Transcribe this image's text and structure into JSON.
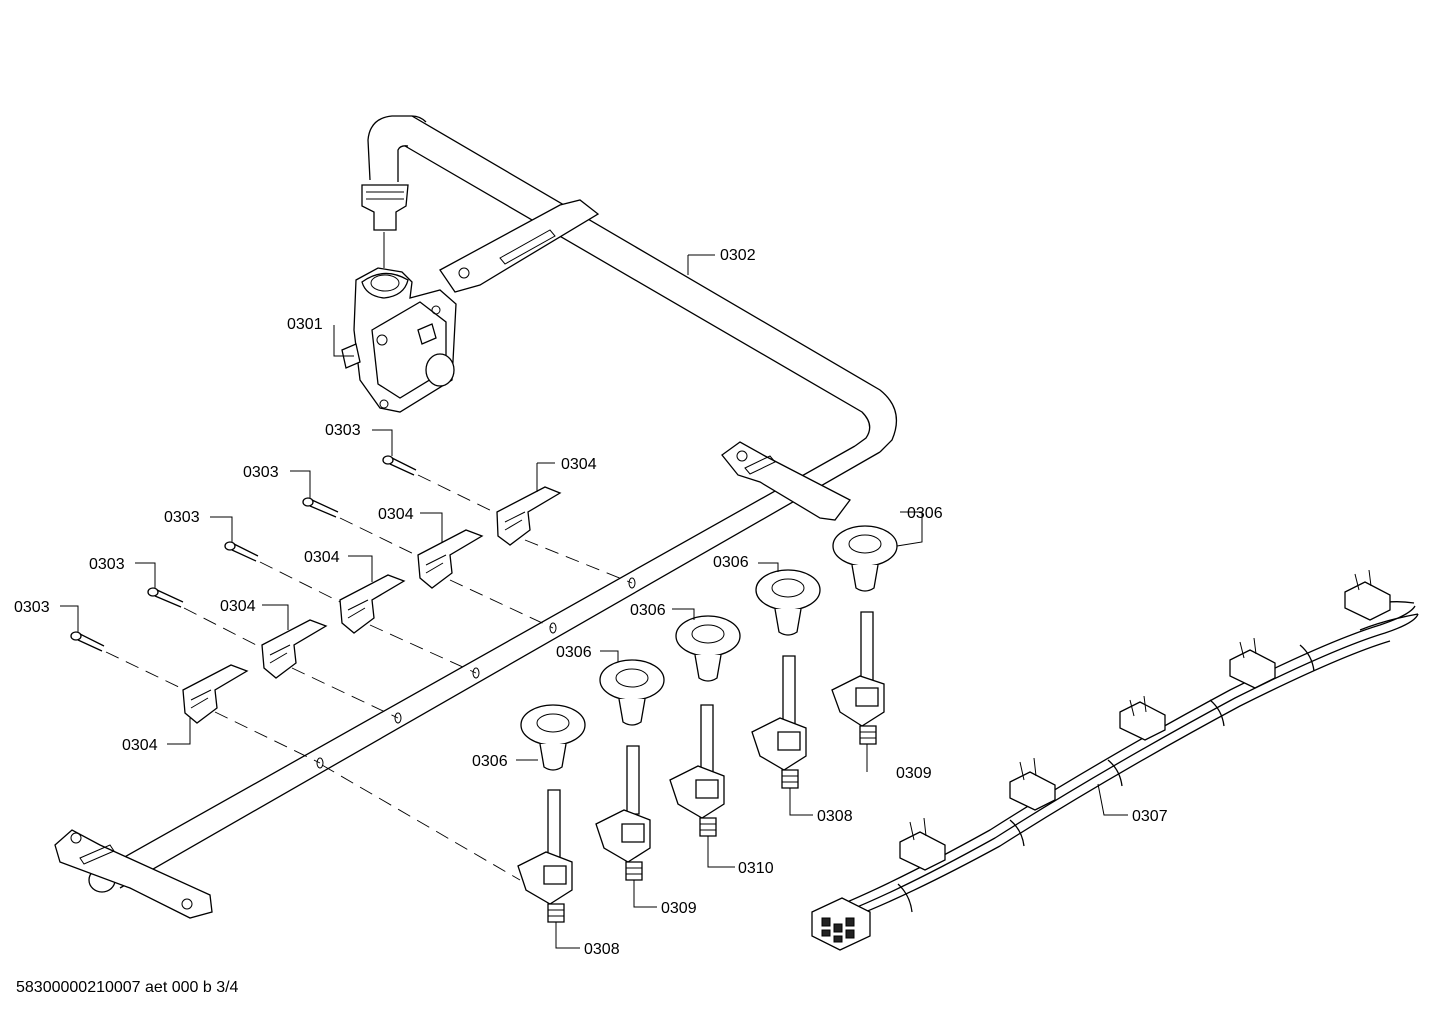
{
  "document_id": "58300000210007 aet 000 b 3/4",
  "callouts": {
    "c0301": "0301",
    "c0302": "0302",
    "c0303_a": "0303",
    "c0303_b": "0303",
    "c0303_c": "0303",
    "c0303_d": "0303",
    "c0303_e": "0303",
    "c0304_a": "0304",
    "c0304_b": "0304",
    "c0304_c": "0304",
    "c0304_d": "0304",
    "c0304_e": "0304",
    "c0306_a": "0306",
    "c0306_b": "0306",
    "c0306_c": "0306",
    "c0306_d": "0306",
    "c0306_e": "0306",
    "c0307": "0307",
    "c0308_a": "0308",
    "c0308_b": "0308",
    "c0309_a": "0309",
    "c0309_b": "0309",
    "c0310": "0310"
  },
  "colors": {
    "line": "#000000",
    "background": "#ffffff"
  }
}
